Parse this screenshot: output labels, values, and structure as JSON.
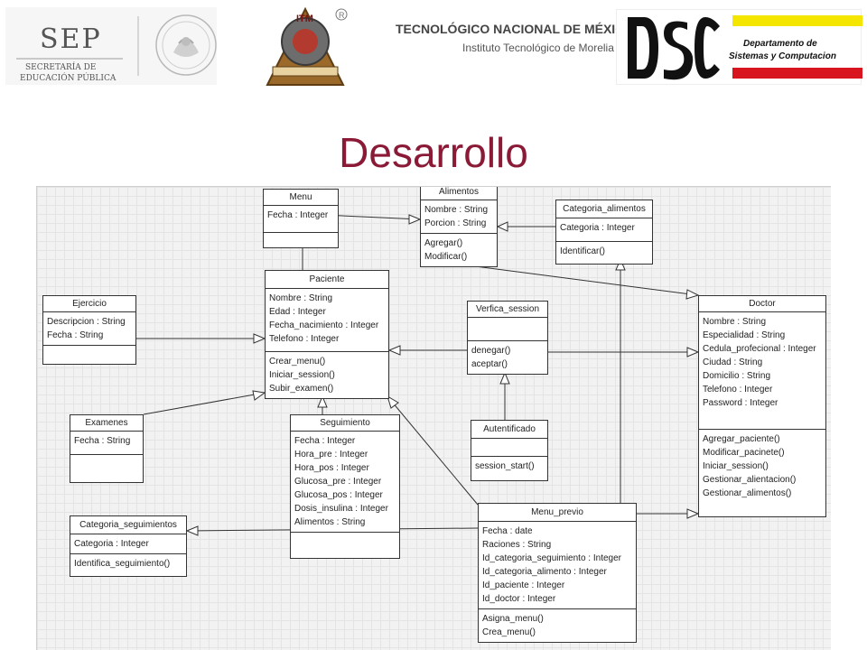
{
  "header": {
    "sep_word": "SEP",
    "sep_sub1": "SECRETARÍA DE",
    "sep_sub2": "EDUCACIÓN PÚBLICA",
    "tecnm_title": "TECNOLÓGICO NACIONAL DE MÉXICO",
    "tecnm_sub": "Instituto Tecnológico de Morelia",
    "dsc_line1": "Departamento de",
    "dsc_line2": "Sistemas y Computacion",
    "itm_logo_text": "ITM"
  },
  "title": "Desarrollo",
  "colors": {
    "title": "#8b1a36",
    "accent_yellow": "#f5e600",
    "accent_red": "#d8141f"
  },
  "diagram": {
    "classes": [
      {
        "id": "menu",
        "name": "Menu",
        "sections": [
          [
            "Fecha : Integer"
          ],
          []
        ]
      },
      {
        "id": "alimentos",
        "name": "Alimentos",
        "sections": [
          [
            "Nombre : String",
            "Porcion : String"
          ],
          [
            "Agregar()",
            "Modificar()"
          ]
        ]
      },
      {
        "id": "categoria_alimentos",
        "name": "Categoria_alimentos",
        "sections": [
          [
            "Categoria : Integer"
          ],
          [
            "Identificar()"
          ]
        ]
      },
      {
        "id": "paciente",
        "name": "Paciente",
        "sections": [
          [
            "Nombre : String",
            "Edad : Integer",
            "Fecha_nacimiento : Integer",
            "Telefono : Integer"
          ],
          [
            "Crear_menu()",
            "Iniciar_session()",
            "Subir_examen()"
          ]
        ]
      },
      {
        "id": "ejercicio",
        "name": "Ejercicio",
        "sections": [
          [
            "Descripcion : String",
            "Fecha : String"
          ],
          []
        ]
      },
      {
        "id": "verifica_session",
        "name": "Verfica_session",
        "sections": [
          [],
          [
            "denegar()",
            "aceptar()"
          ]
        ]
      },
      {
        "id": "doctor",
        "name": "Doctor",
        "sections": [
          [
            "Nombre : String",
            "Especialidad : String",
            "Cedula_profecional : Integer",
            "Ciudad : String",
            "Domicilio : String",
            "Telefono : Integer",
            "Password : Integer"
          ],
          [
            "Agregar_paciente()",
            "Modificar_pacinete()",
            "Iniciar_session()",
            "Gestionar_alientacion()",
            "Gestionar_alimentos()"
          ]
        ]
      },
      {
        "id": "examenes",
        "name": "Examenes",
        "sections": [
          [
            "Fecha : String"
          ],
          []
        ]
      },
      {
        "id": "seguimiento",
        "name": "Seguimiento",
        "sections": [
          [
            "Fecha : Integer",
            "Hora_pre : Integer",
            "Hora_pos : Integer",
            "Glucosa_pre : Integer",
            "Glucosa_pos : Integer",
            "Dosis_insulina : Integer",
            "Alimentos : String"
          ],
          []
        ]
      },
      {
        "id": "autentificado",
        "name": "Autentificado",
        "sections": [
          [],
          [
            "session_start()"
          ]
        ]
      },
      {
        "id": "categoria_seguimientos",
        "name": "Categoria_seguimientos",
        "sections": [
          [
            "Categoria : Integer"
          ],
          [
            "Identifica_seguimiento()"
          ]
        ]
      },
      {
        "id": "menu_previo",
        "name": "Menu_previo",
        "sections": [
          [
            "Fecha : date",
            "Raciones : String",
            "Id_categoria_seguimiento : Integer",
            "Id_categoria_alimento : Integer",
            "Id_paciente : Integer",
            "Id_doctor : Integer"
          ],
          [
            "Asigna_menu()",
            "Crea_menu()"
          ]
        ]
      }
    ]
  }
}
